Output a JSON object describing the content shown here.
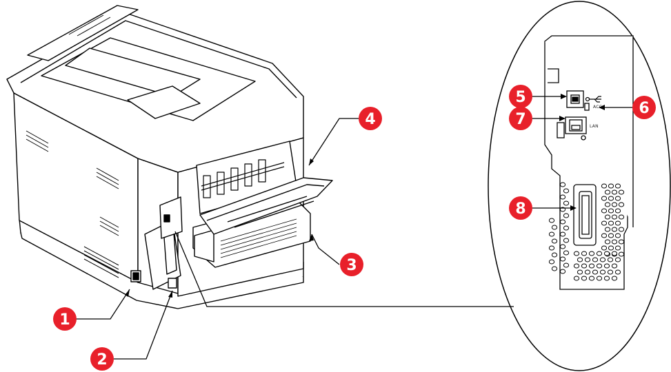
{
  "callouts": [
    {
      "number": "1",
      "color": "#e8202a"
    },
    {
      "number": "2",
      "color": "#e8202a"
    },
    {
      "number": "3",
      "color": "#e8202a"
    },
    {
      "number": "4",
      "color": "#e8202a"
    },
    {
      "number": "5",
      "color": "#e8202a"
    },
    {
      "number": "6",
      "color": "#e8202a"
    },
    {
      "number": "7",
      "color": "#e8202a"
    },
    {
      "number": "8",
      "color": "#e8202a"
    }
  ],
  "port_labels": {
    "acc": "ACC",
    "lan": "LAN"
  },
  "line_color": "#000000"
}
